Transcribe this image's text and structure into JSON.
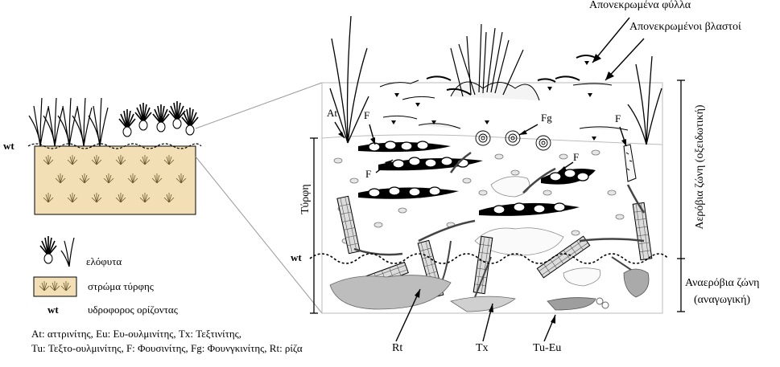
{
  "labels": {
    "dead_leaves": "Απονεκρωμένα φύλλα",
    "dead_shoots": "Απονεκρωμένοι βλαστοί",
    "at": "At",
    "f": "F",
    "fg": "Fg",
    "rt": "Rt",
    "tx": "Tx",
    "tu_eu": "Tu-Eu",
    "wt": "wt",
    "peat": "Τύρφη",
    "aerobic_zone": "Αερόβια ζώνη (οξειδωτική)",
    "anaerobic_zone": "Αναερόβια ζώνη",
    "anaerobic_sub": "(αναγωγική)"
  },
  "legend": {
    "helophytes": "ελόφυτα",
    "peat_layer": "στρώμα τύρφης",
    "water_table": "υδροφορος ορίζοντας",
    "abbr_line1": "At: αττρινίτης, Eu: Ευ-ουλμινίτης, Tx: Τεξτινίτης,",
    "abbr_line2": "Tu: Τεξτο-ουλμινίτης, F: Φουσινίτης, Fg: Φουνγκινίτης, Rt: ρίζα"
  },
  "colors": {
    "peat_fill": "#f2dfb5",
    "ink": "#000000",
    "grey": "#9a9a9a",
    "light_grey": "#d6d6d6"
  }
}
